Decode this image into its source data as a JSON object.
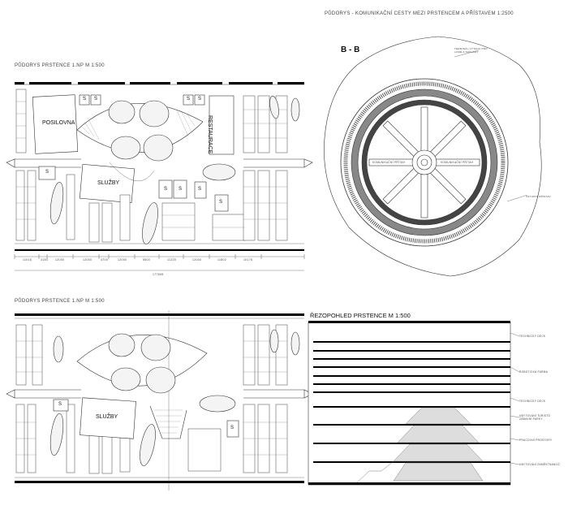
{
  "header": {
    "title": "PŮDORYS - KOMUNIKAČNÍ CESTY MEZI PRSTENCEM A PŘÍSTAVEM 1:2500"
  },
  "plan1": {
    "title": "PŮDORYS PRSTENCE 1.NP  M 1:500",
    "rooms": {
      "gym": "POSILOVNA",
      "restaurant": "RESTAURACE",
      "services": "SLUŽBY",
      "s": "S"
    },
    "dims": [
      "11016",
      "3150",
      "12000",
      "12000",
      "4700",
      "12000",
      "5500",
      "11225",
      "12000",
      "11802",
      "10176"
    ],
    "total": "177605"
  },
  "plan2": {
    "title": "PŮDORYS PRSTENCE 1.NP  M 1:500",
    "rooms": {
      "services": "SLUŽBY",
      "s": "S"
    }
  },
  "section_bb": {
    "title": "B - B",
    "spoke_labels": [
      "KOMUNIKAČNÍ PŘÍTAH",
      "KOMUNIKAČNÍ PŘÍTAH"
    ],
    "notes": [
      "TERMINÁL VÝTAHU PRO LODĚ A NÁKLADY",
      "VSTUPNÍ PŘÍSTAV"
    ]
  },
  "cross_section": {
    "title": "ŘEZOPOHLED PRSTENCE M 1:500",
    "levels": [
      "TECHNICKÝ DECK",
      "ROBOTICKÁ FARMA",
      "TECHNICKÝ DECK",
      "UBYTOVÁNÍ TURISTŮ ZÁBAVNÍ PARKY",
      "PRACOVNÍ PROSTORY",
      "UBYTOVÁNÍ ZAMĚSTNANCŮ"
    ]
  }
}
